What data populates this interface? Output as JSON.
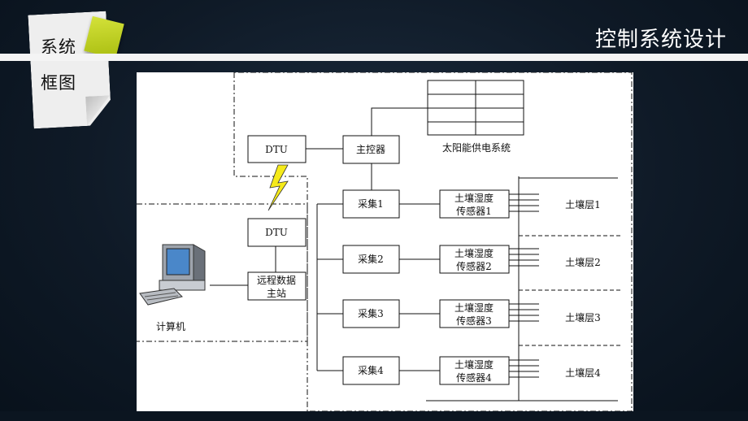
{
  "header": {
    "title": "控制系统设计",
    "note_line1": "系统",
    "note_line2": "框图"
  },
  "diagram": {
    "dtu_top": "DTU",
    "main_controller": "主控器",
    "solar_label": "太阳能供电系统",
    "dtu_bottom": "DTU",
    "remote_station_line1": "远程数据",
    "remote_station_line2": "主站",
    "computer_label": "计算机",
    "collectors": [
      "采集1",
      "采集2",
      "采集3",
      "采集4"
    ],
    "sensors": [
      {
        "line1": "土壤湿度",
        "line2": "传感器1"
      },
      {
        "line1": "土壤湿度",
        "line2": "传感器2"
      },
      {
        "line1": "土壤湿度",
        "line2": "传感器3"
      },
      {
        "line1": "土壤湿度",
        "line2": "传感器4"
      }
    ],
    "layers": [
      "土壤层1",
      "土壤层2",
      "土壤层3",
      "土壤层4"
    ]
  }
}
